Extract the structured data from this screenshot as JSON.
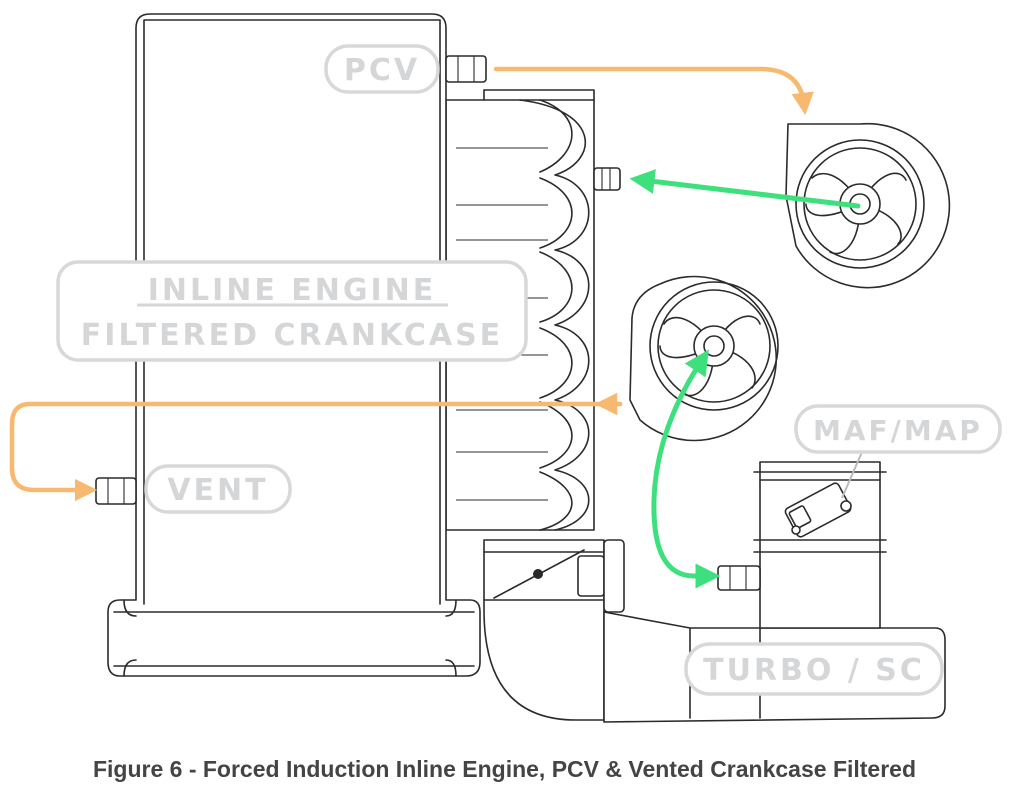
{
  "labels": {
    "pcv": "PCV",
    "engine_line1": "INLINE ENGINE",
    "engine_line2": "FILTERED CRANKCASE",
    "vent": "VENT",
    "maf_map": "MAF/MAP",
    "turbo_sc": "TURBO / SC"
  },
  "caption": "Figure 6 - Forced Induction Inline Engine, PCV & Vented Crankcase Filtered",
  "colors": {
    "fresh_air_line": "#f7b870",
    "vacuum_line": "#3ee07e",
    "label_text": "#d4d6d8",
    "outline": "#2b2b2b"
  }
}
